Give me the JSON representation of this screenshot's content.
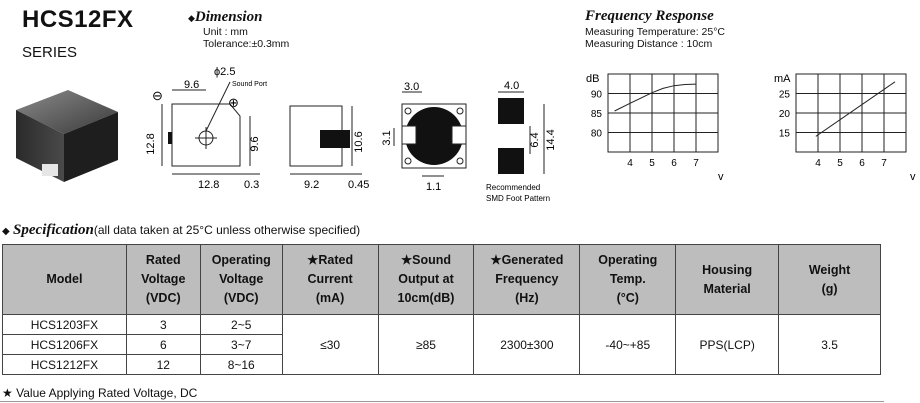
{
  "header": {
    "model": "HCS12FX",
    "series": "SERIES"
  },
  "dimension": {
    "heading": "Dimension",
    "unit": "Unit : mm",
    "tolerance": "Tolerance:±0.3mm"
  },
  "frequency_response": {
    "heading": "Frequency Response",
    "temp": "Measuring Temperature: 25°C",
    "distance": "Measuring Distance : 10cm"
  },
  "drawing_labels": {
    "d96a": "9.6",
    "phi25": "ϕ2.5",
    "sound_port": "Sound Port",
    "minus": "⊖",
    "plus": "⊕",
    "d128v": "12.8",
    "d96v": "9.6",
    "d128h": "12.8",
    "d03": "0.3",
    "d106": "10.6",
    "d92": "9.2",
    "d045": "0.45",
    "d30": "3.0",
    "d31": "3.1",
    "d11": "1.1",
    "d40": "4.0",
    "d64": "6.4",
    "d144": "14.4",
    "rec1": "Recommended",
    "rec2": "SMD Foot Pattern"
  },
  "chart_data": [
    {
      "type": "line",
      "ylabel": "dB",
      "xlabel": "v",
      "x_ticks": [
        "4",
        "5",
        "6",
        "7"
      ],
      "y_ticks": [
        "90",
        "85",
        "80"
      ],
      "xlim": [
        3,
        8
      ],
      "ylim": [
        75,
        95
      ],
      "series": [
        {
          "x": [
            3.3,
            4,
            5,
            5.5,
            6,
            6.5,
            7
          ],
          "y": [
            85.5,
            87.5,
            90.2,
            91.3,
            92,
            92.3,
            92.4
          ]
        }
      ]
    },
    {
      "type": "line",
      "ylabel": "mA",
      "xlabel": "v",
      "x_ticks": [
        "4",
        "5",
        "6",
        "7"
      ],
      "y_ticks": [
        "25",
        "20",
        "15"
      ],
      "xlim": [
        3,
        8
      ],
      "ylim": [
        10,
        30
      ],
      "series": [
        {
          "x": [
            3.9,
            7.5
          ],
          "y": [
            14,
            28
          ]
        }
      ]
    }
  ],
  "specification": {
    "heading": "Specification",
    "note": "(all data taken at 25°C unless otherwise specified)",
    "columns": [
      [
        "Model"
      ],
      [
        "Rated",
        "Voltage",
        "(VDC)"
      ],
      [
        "Operating",
        "Voltage",
        "(VDC)"
      ],
      [
        "★Rated",
        "Current",
        "(mA)"
      ],
      [
        "★Sound",
        "Output at",
        "10cm(dB)"
      ],
      [
        "★Generated",
        "Frequency",
        "(Hz)"
      ],
      [
        "Operating",
        "Temp.",
        "(°C)"
      ],
      [
        "Housing",
        "Material"
      ],
      [
        "Weight",
        "(g)"
      ]
    ],
    "rows": [
      {
        "model": "HCS1203FX",
        "rated_v": "3",
        "op_v": "2~5"
      },
      {
        "model": "HCS1206FX",
        "rated_v": "6",
        "op_v": "3~7"
      },
      {
        "model": "HCS1212FX",
        "rated_v": "12",
        "op_v": "8~16"
      }
    ],
    "shared": {
      "current": "≤30",
      "sound": "≥85",
      "frequency": "2300±300",
      "temp": "-40~+85",
      "material": "PPS(LCP)",
      "weight": "3.5"
    },
    "footnote": "Value Applying Rated Voltage, DC"
  }
}
